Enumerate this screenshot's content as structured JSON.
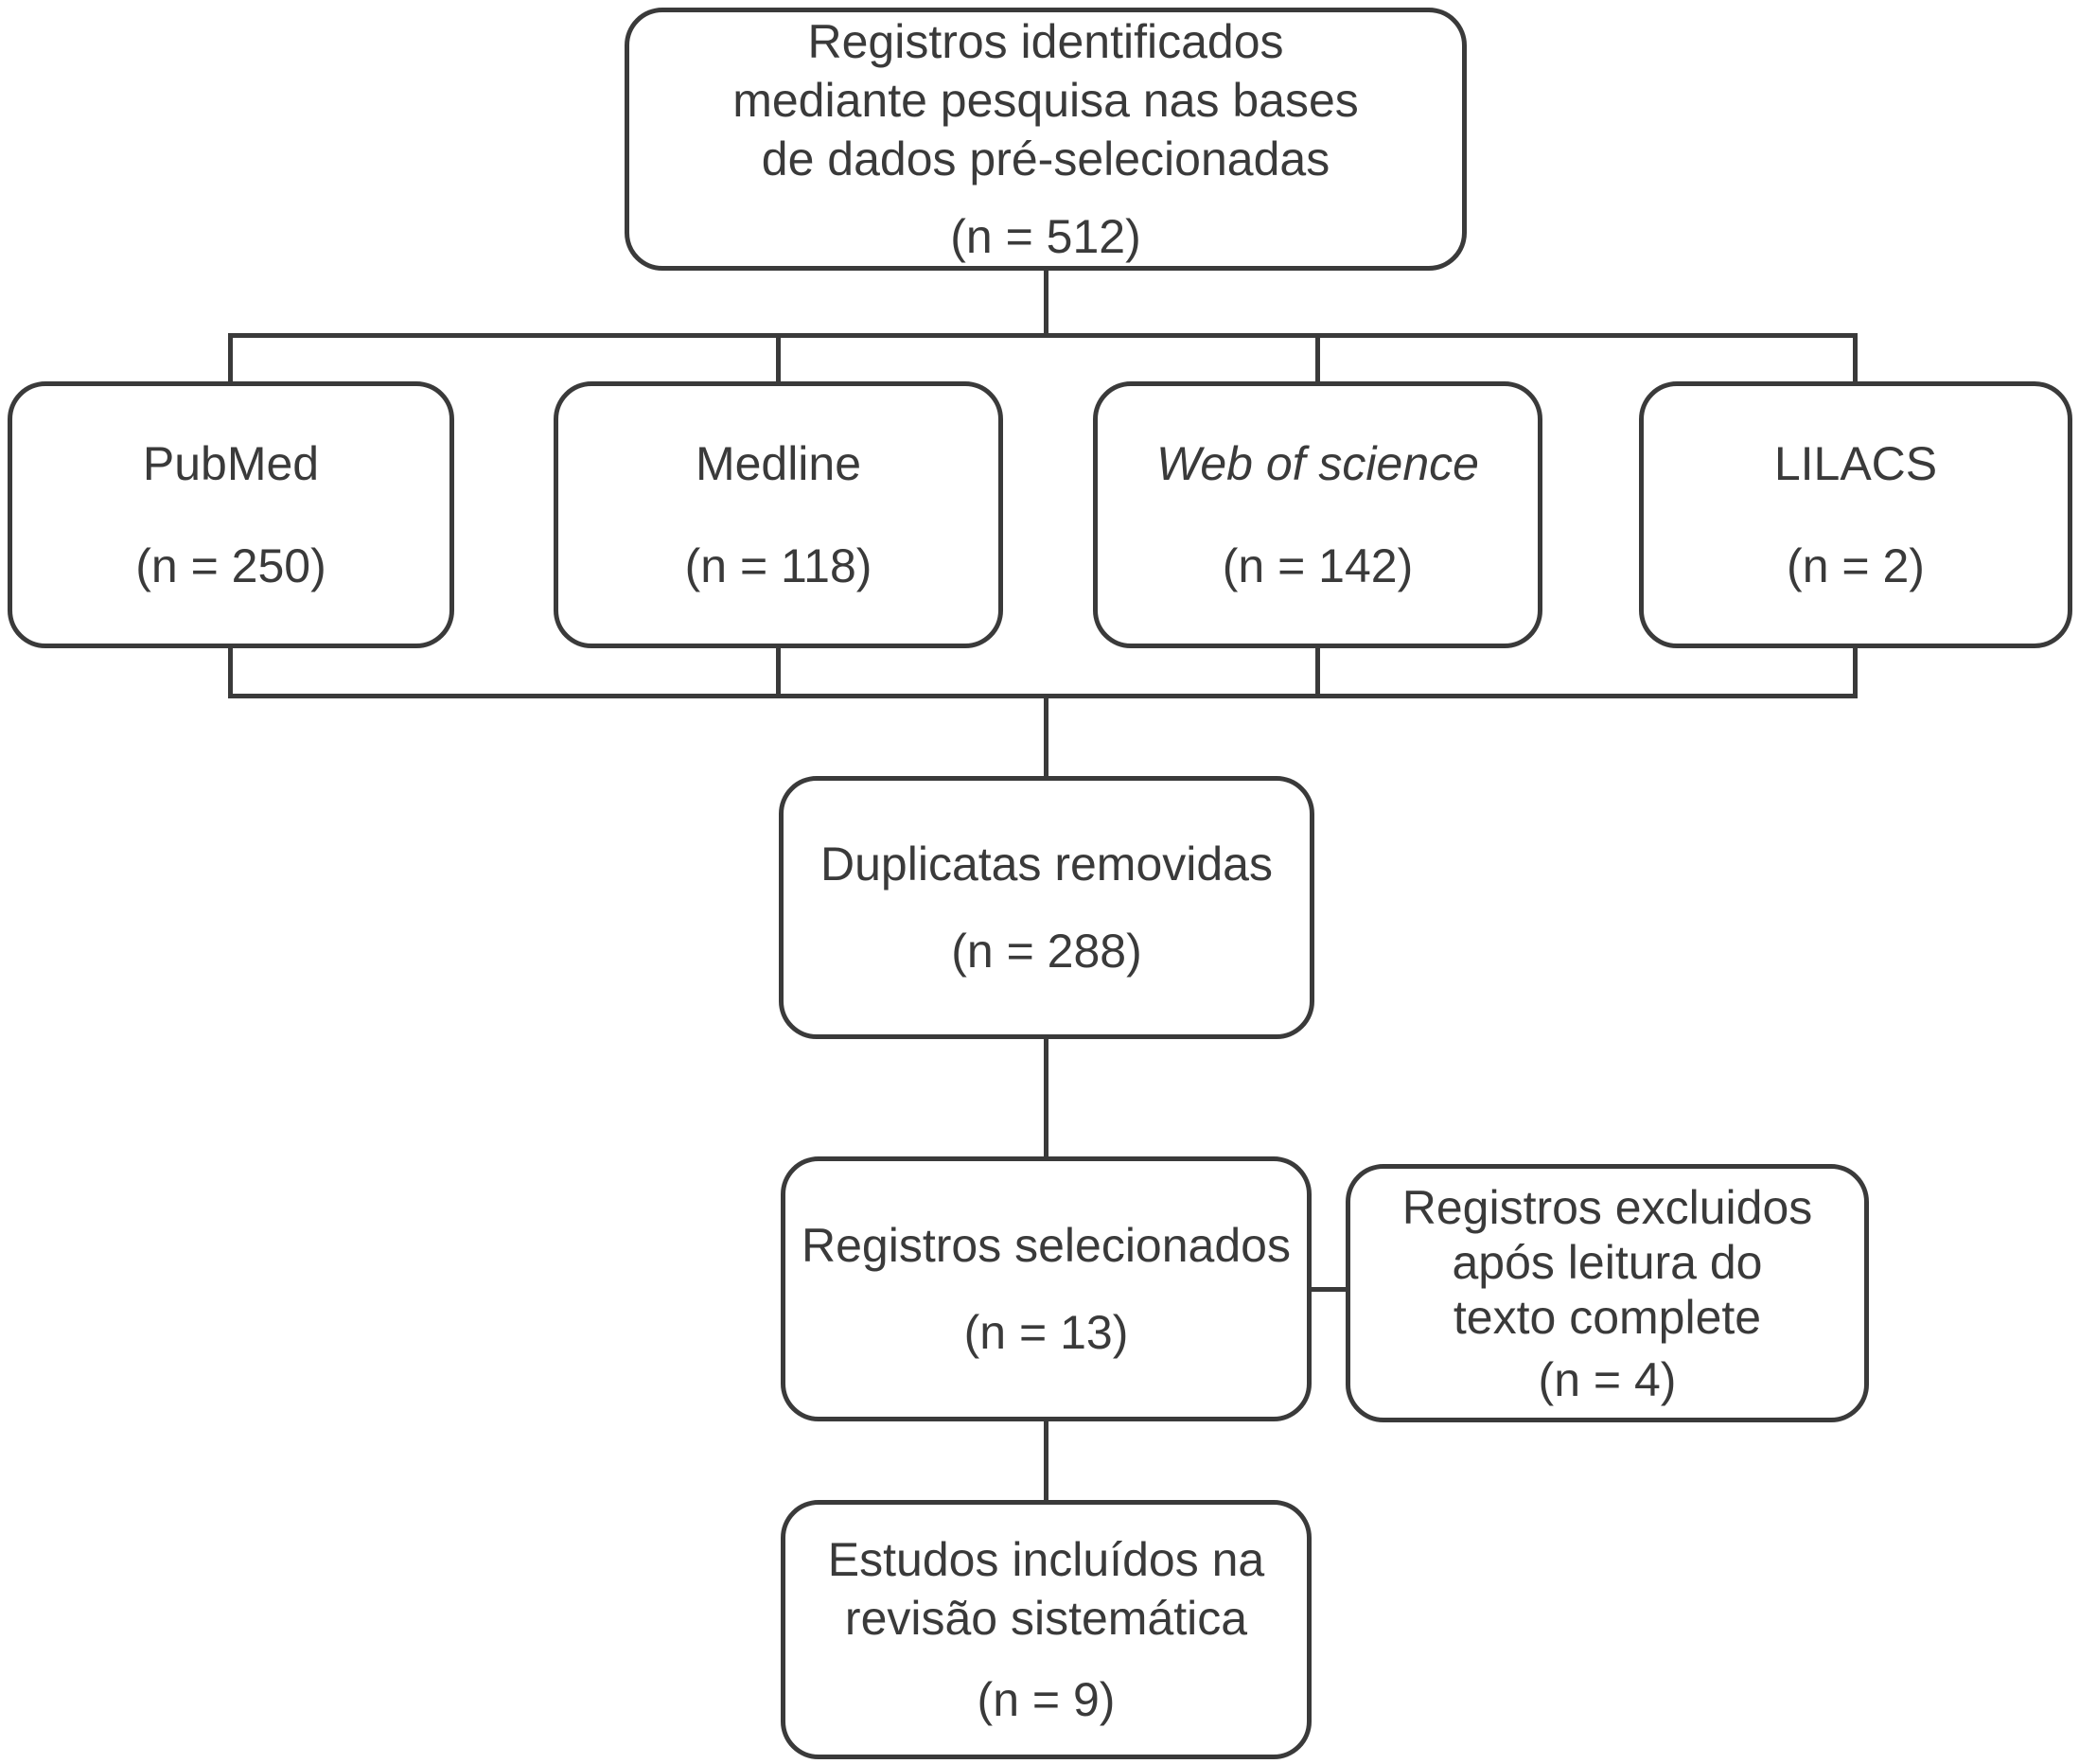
{
  "diagram": {
    "type": "prisma-flowchart",
    "colors": {
      "line": "#3a3a3a",
      "text": "#3a3a3a",
      "background": "#ffffff"
    },
    "boxes": {
      "identified": {
        "lines": [
          "Registros identificados",
          "mediante pesquisa nas bases",
          "de dados pré-selecionadas"
        ],
        "n": "(n = 512)"
      },
      "pubmed": {
        "lines": [
          "PubMed"
        ],
        "n": "(n = 250)"
      },
      "medline": {
        "lines": [
          "Medline"
        ],
        "n": "(n = 118)"
      },
      "web_of_science": {
        "lines": [
          "Web of science"
        ],
        "n": "(n = 142)"
      },
      "lilacs": {
        "lines": [
          "LILACS"
        ],
        "n": "(n = 2)"
      },
      "duplicates_removed": {
        "lines": [
          "Duplicatas removidas"
        ],
        "n": "(n = 288)"
      },
      "selected": {
        "lines": [
          "Registros selecionados"
        ],
        "n": "(n = 13)"
      },
      "excluded": {
        "lines": [
          "Registros excluidos",
          "após leitura do",
          "texto complete"
        ],
        "n": "(n = 4)"
      },
      "included": {
        "lines": [
          "Estudos incluídos na",
          "revisão sistemática"
        ],
        "n": "(n = 9)"
      }
    }
  }
}
